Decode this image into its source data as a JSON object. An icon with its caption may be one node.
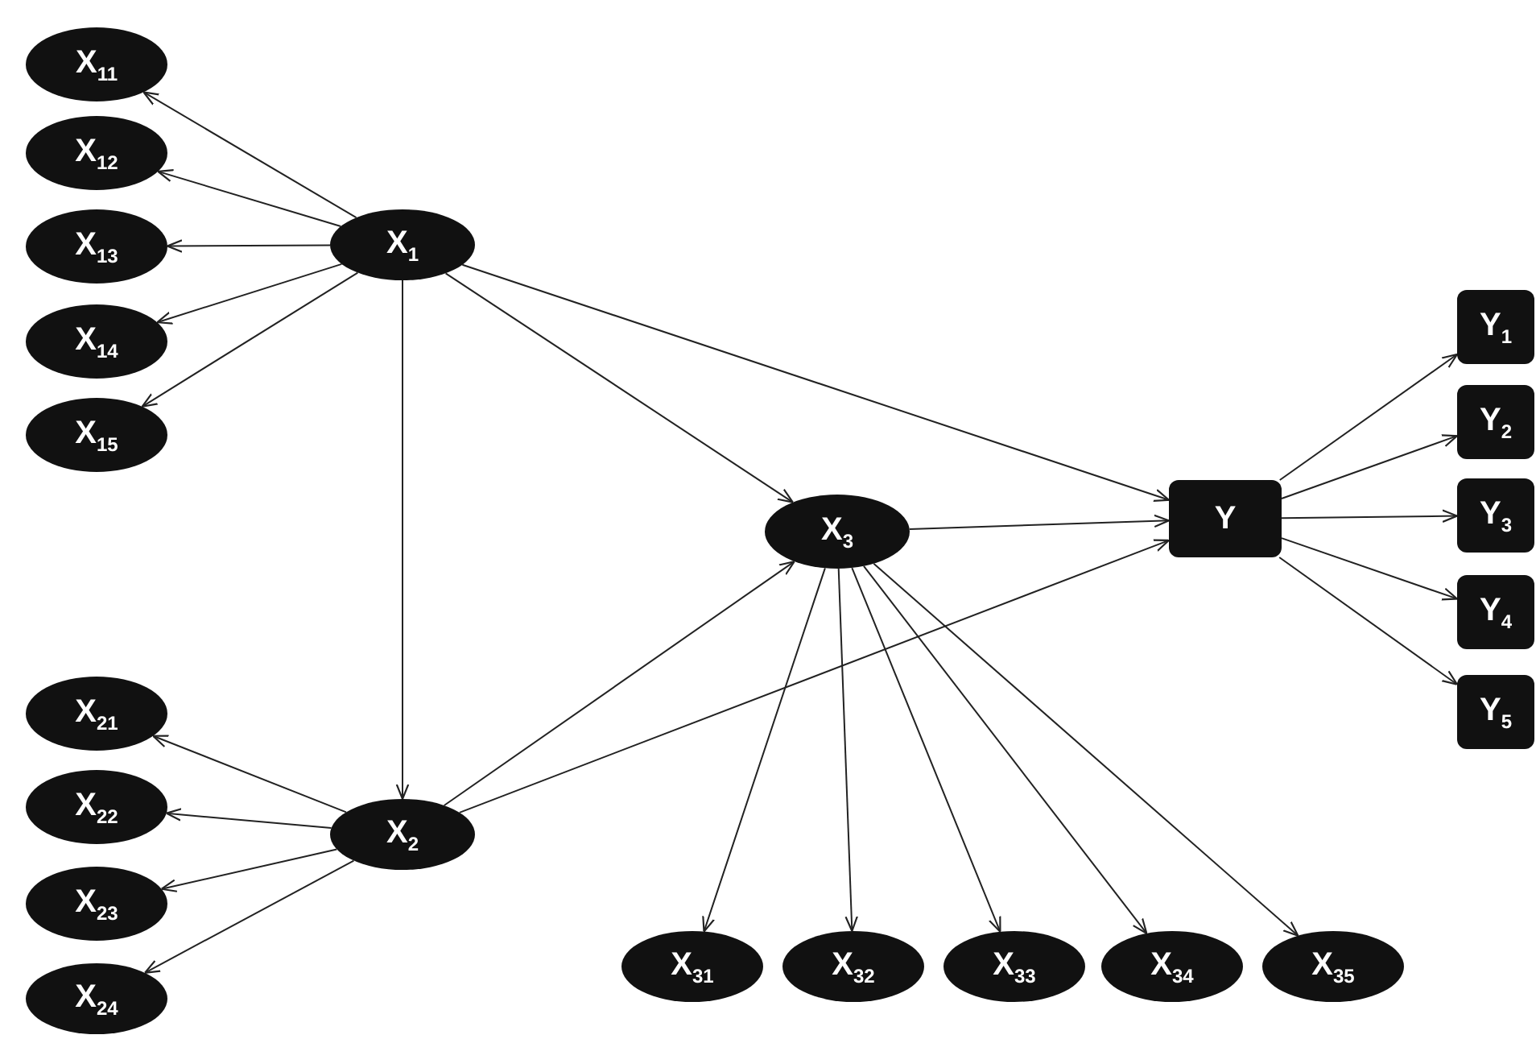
{
  "diagram": {
    "nodes": [
      {
        "text": [
          "X$_{1}$"
        ]
      },
      {
        "text": [
          "X$_{11}$"
        ]
      },
      {
        "text": [
          "X$_{12}$"
        ]
      },
      {
        "text": [
          "X$_{13}$"
        ]
      },
      {
        "text": [
          "X$_{14}$"
        ]
      },
      {
        "text": [
          "X$_{15}$"
        ]
      },
      {
        "text": [
          "X$_{2}$"
        ]
      },
      {
        "text": [
          "X$_{21}$"
        ]
      },
      {
        "text": [
          "X$_{22}$"
        ]
      },
      {
        "text": [
          "X$_{23}$"
        ]
      },
      {
        "text": [
          "X$_{24}$"
        ]
      },
      {
        "text": [
          "X$_{3}$"
        ]
      },
      {
        "text": [
          "X$_{31}$"
        ]
      },
      {
        "text": [
          "X$_{32}$"
        ]
      },
      {
        "text": [
          "X$_{33}$"
        ]
      },
      {
        "text": [
          "X$_{34}$"
        ]
      },
      {
        "text": [
          "X$_{35}$"
        ]
      },
      {
        "text": [
          "Y"
        ]
      },
      {
        "text": [
          "Y$_{1}$"
        ]
      },
      {
        "text": [
          "Y$_{2}$"
        ]
      },
      {
        "text": [
          "Y$_{3}$"
        ]
      },
      {
        "text": [
          "Y$_{4}$"
        ]
      },
      {
        "text": [
          "Y$_{5}$"
        ]
      }
    ],
    "edges": [
      {
        "from": 0,
        "to": 1,
        "arrow": "to"
      },
      {
        "from": 0,
        "to": 2,
        "arrow": "to"
      },
      {
        "from": 0,
        "to": 3,
        "arrow": "to"
      },
      {
        "from": 0,
        "to": 4,
        "arrow": "to"
      },
      {
        "from": 0,
        "to": 5,
        "arrow": "to"
      },
      {
        "from": 0,
        "to": 6,
        "arrow": "to"
      },
      {
        "from": 0,
        "to": 11,
        "arrow": "to"
      },
      {
        "from": 0,
        "to": 17,
        "arrow": "to"
      },
      {
        "from": 6,
        "to": 7,
        "arrow": "to"
      },
      {
        "from": 6,
        "to": 8,
        "arrow": "to"
      },
      {
        "from": 6,
        "to": 9,
        "arrow": "to"
      },
      {
        "from": 6,
        "to": 10,
        "arrow": "to"
      },
      {
        "from": 6,
        "to": 11,
        "arrow": "to"
      },
      {
        "from": 6,
        "to": 17,
        "arrow": "to"
      },
      {
        "from": 11,
        "to": 17,
        "arrow": "to"
      },
      {
        "from": 11,
        "to": 12,
        "arrow": "to"
      },
      {
        "from": 11,
        "to": 13,
        "arrow": "to"
      },
      {
        "from": 11,
        "to": 14,
        "arrow": "to"
      },
      {
        "from": 11,
        "to": 15,
        "arrow": "to"
      },
      {
        "from": 11,
        "to": 16,
        "arrow": "to"
      },
      {
        "from": 17,
        "to": 18,
        "arrow": "to"
      },
      {
        "from": 17,
        "to": 19,
        "arrow": "to"
      },
      {
        "from": 17,
        "to": 20,
        "arrow": "to"
      },
      {
        "from": 17,
        "to": 21,
        "arrow": "to"
      },
      {
        "from": 17,
        "to": 22,
        "arrow": "to"
      }
    ]
  }
}
